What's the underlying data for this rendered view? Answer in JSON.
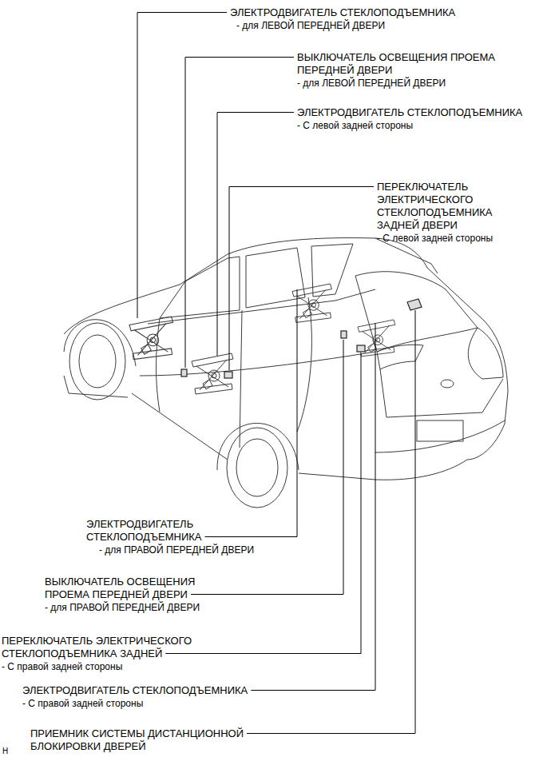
{
  "diagram": {
    "labels": [
      "ЭЛЕКТРОДВИГАТЕЛЬ СТЕКЛОПОДЪЕМНИКА",
      "- для ЛЕВОЙ ПЕРЕДНЕЙ ДВЕРИ",
      "ВЫКЛЮЧАТЕЛЬ ОСВЕЩЕНИЯ ПРОЕМА ПЕРЕДНЕЙ ДВЕРИ",
      "- для ЛЕВОЙ ПЕРЕДНЕЙ ДВЕРИ",
      "ЭЛЕКТРОДВИГАТЕЛЬ СТЕКЛОПОДЪЕМНИКА",
      "- С левой задней стороны",
      "ПЕРЕКЛЮЧАТЕЛЬ ЭЛЕКТРИЧЕСКОГО СТЕКЛОПОДЪЕМНИКА ЗАДНЕЙ ДВЕРИ",
      "- С левой задней стороны",
      "ЭЛЕКТРОДВИГАТЕЛЬ СТЕКЛОПОДЪЕМНИКА",
      "- для ПРАВОЙ ПЕРЕДНЕЙ ДВЕРИ",
      "ВЫКЛЮЧАТЕЛЬ ОСВЕЩЕНИЯ ПРОЕМА ПЕРЕДНЕЙ ДВЕРИ",
      "- для ПРАВОЙ ПЕРЕДНЕЙ ДВЕРИ",
      "ПЕРЕКЛЮЧАТЕЛЬ ЭЛЕКТРИЧЕСКОГО СТЕКЛОПОДЪЕМНИКА ЗАДНЕЙ",
      "- С правой задней стороны",
      "ЭЛЕКТРОДВИГАТЕЛЬ СТЕКЛОПОДЪЕМНИКА",
      "- С правой задней стороны",
      "ПРИЕМНИК СИСТЕМЫ ДИСТАНЦИОННОЙ БЛОКИРОВКИ ДВЕРЕЙ",
      "H"
    ]
  }
}
